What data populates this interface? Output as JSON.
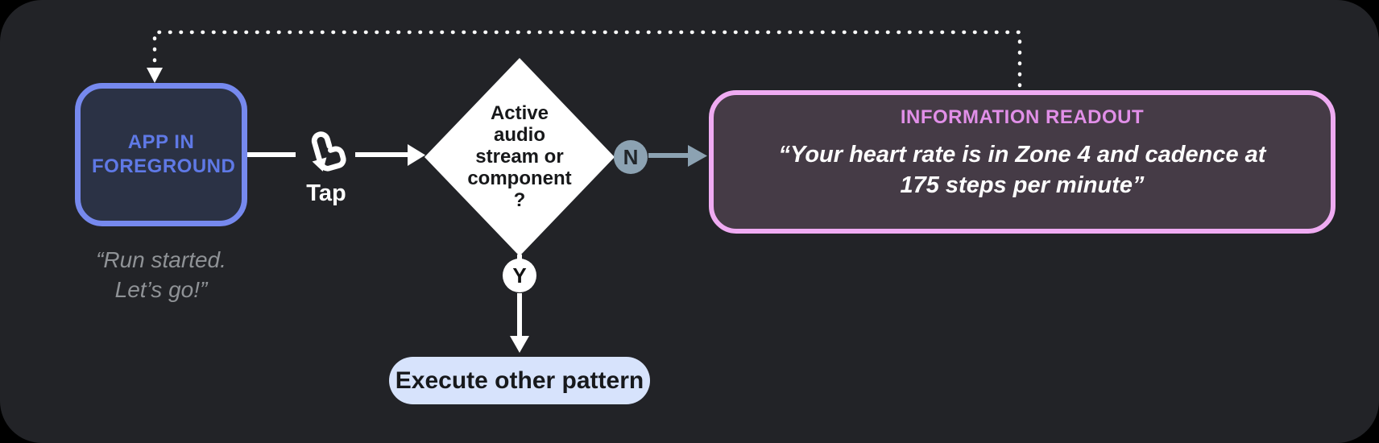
{
  "colors": {
    "page_bg": "#000000",
    "card_bg": "#222327",
    "app_box_border": "#7689ee",
    "app_box_fill": "#2b3245",
    "app_box_text": "#5f79e6",
    "quote_gray": "#8f9296",
    "connector_white": "#ffffff",
    "branch_slate": "#8ca2b2",
    "readout_border": "#efabf2",
    "readout_title_pink": "#e18fe8",
    "readout_fill": "#453b46",
    "pill_fill": "#d7e3fc",
    "pill_text": "#17191c"
  },
  "nodes": {
    "app_box": {
      "label": "APP IN FOREGROUND"
    },
    "app_quote": {
      "lines": [
        "“Run started.",
        "Let’s go!”"
      ]
    },
    "tap": {
      "label": "Tap"
    },
    "decision": {
      "lines": [
        "Active",
        "audio",
        "stream or",
        "component",
        "?"
      ]
    },
    "branch_no": {
      "label": "N"
    },
    "branch_yes": {
      "label": "Y"
    },
    "readout": {
      "title": "INFORMATION READOUT",
      "quote_lines": [
        "“Your heart rate is in Zone 4 and cadence at",
        "175 steps per minute”"
      ]
    },
    "execute": {
      "label": "Execute other pattern"
    }
  }
}
